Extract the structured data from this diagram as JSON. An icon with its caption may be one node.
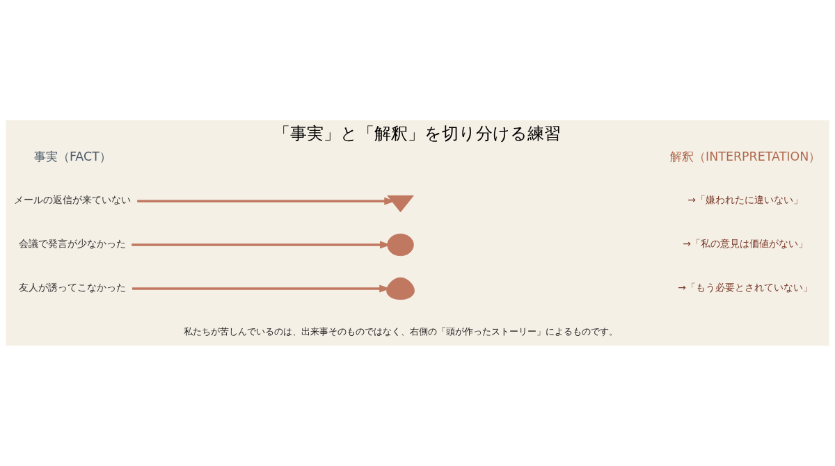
{
  "diagram": {
    "title": "「事実」と「解釈」を切り分ける練習",
    "nodes": [
      {
        "text": [
          "メールの返信が来ていない"
        ]
      },
      {
        "text": [],
        "shape": "heart"
      },
      {
        "text": [
          "→「嫌われたに違いない」"
        ]
      },
      {
        "text": [
          "会議で発言が少なかった"
        ]
      },
      {
        "text": [],
        "shape": "cloud"
      },
      {
        "text": [
          "→「私の意見は価値がない」"
        ]
      },
      {
        "text": [
          "友人が誘ってこなかった"
        ]
      },
      {
        "text": [],
        "shape": "person"
      },
      {
        "text": [
          "→「もう必要とされていない」"
        ]
      }
    ],
    "edges": [
      {
        "from": 0,
        "to": 1,
        "arrow": "to"
      },
      {
        "from": 3,
        "to": 4,
        "arrow": "to"
      },
      {
        "from": 6,
        "to": 7,
        "arrow": "to"
      }
    ],
    "labels": [
      "事実（FACT）",
      "解釈（INTERPRETATION）",
      "私たちが苦しんでいるのは、出来事そのものではなく、右側の「頭が作ったストーリー」によるものです。"
    ]
  }
}
